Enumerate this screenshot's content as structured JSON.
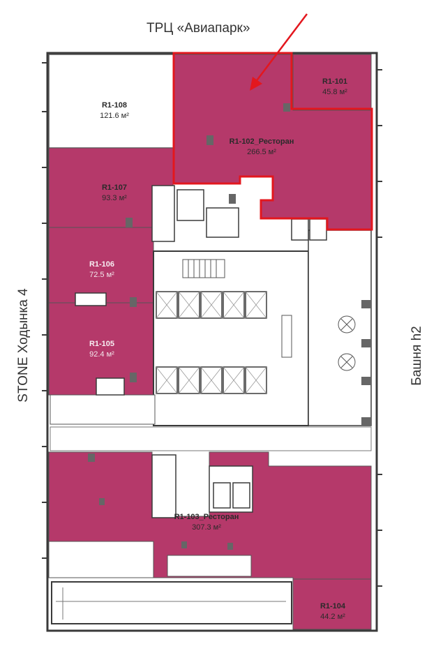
{
  "labels": {
    "top": "ТРЦ «Авиапарк»",
    "left": "STONE Ходынка 4",
    "right": "Башня h2"
  },
  "colors": {
    "unit_fill": "#b5396a",
    "highlight": "#e3171e",
    "wall": "#3a3a3a",
    "core_fill": "#ffffff"
  },
  "units": [
    {
      "code": "R1-101",
      "area": "45.8 м²"
    },
    {
      "code": "R1-102_Ресторан",
      "area": "266.5 м²"
    },
    {
      "code": "R1-103_Ресторан",
      "area": "307.3 м²"
    },
    {
      "code": "R1-104",
      "area": "44.2 м²"
    },
    {
      "code": "R1-105",
      "area": "92.4 м²"
    },
    {
      "code": "R1-106",
      "area": "72.5 м²"
    },
    {
      "code": "R1-107",
      "area": "93.3 м²"
    },
    {
      "code": "R1-108",
      "area": "121.6 м²"
    }
  ]
}
